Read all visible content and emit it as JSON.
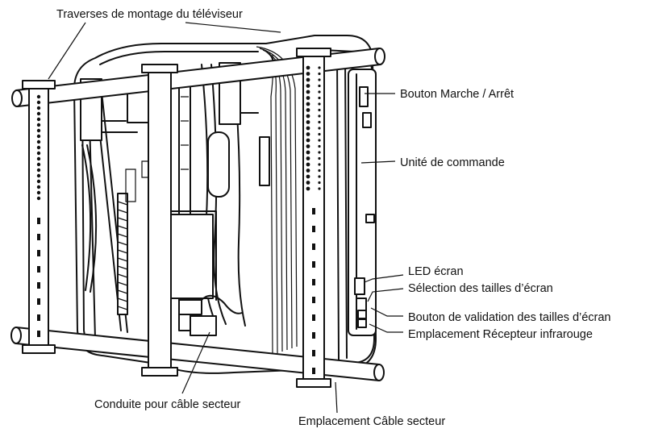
{
  "labels": {
    "tv_mounting_rails": "Traverses de montage du téléviseur",
    "power_button": "Bouton Marche / Arrêt",
    "control_unit": "Unité de commande",
    "screen_led": "LED écran",
    "screen_size_selection": "Sélection des tailles d’écran",
    "screen_size_confirm_button": "Bouton de validation des tailles d’écran",
    "ir_receiver_location": "Emplacement Récepteur infrarouge",
    "power_cable_conduit": "Conduite pour câble secteur",
    "power_cable_location": "Emplacement Câble secteur"
  },
  "colors": {
    "line": "#111111",
    "background": "#ffffff"
  }
}
